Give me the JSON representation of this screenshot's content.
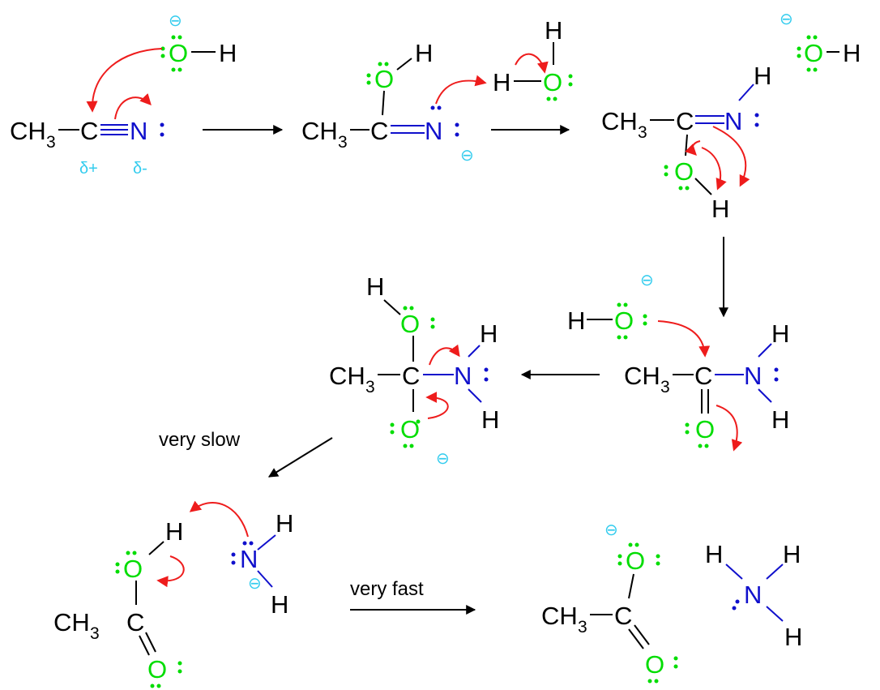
{
  "colors": {
    "oxygen": "#00dd00",
    "nitrogen": "#1010cc",
    "charge": "#33ccee",
    "electron_arrow": "#ee1c1c",
    "bond": "#000000",
    "reaction_arrow": "#000000"
  },
  "atoms": {
    "O": "O",
    "N": "N",
    "C": "C",
    "H": "H",
    "CH": "CH",
    "sub3": "3"
  },
  "charge_symbol": "⊖",
  "partial_charges": {
    "delta_plus": "δ+",
    "delta_minus": "δ-"
  },
  "conditions": {
    "very_slow": "very slow",
    "very_fast": "very fast"
  },
  "icons": {
    "curved_arrow": "curved-electron-arrow-icon",
    "reaction_arrow": "reaction-arrow-icon"
  }
}
